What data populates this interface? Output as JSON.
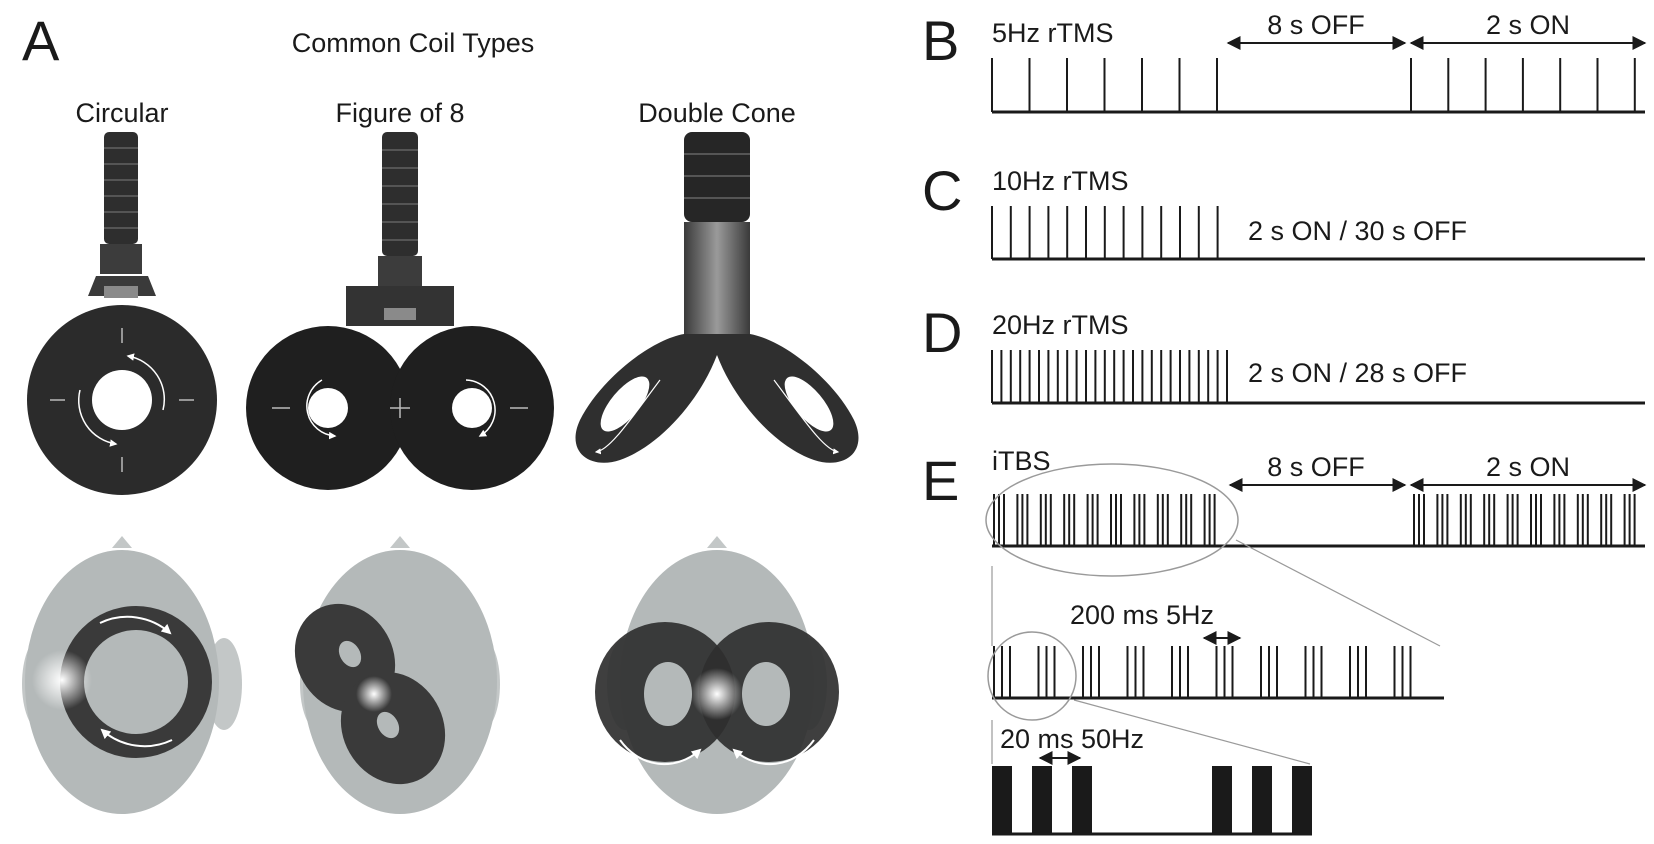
{
  "panel_a": {
    "letter": "A",
    "title": "Common Coil Types",
    "coils": [
      "Circular",
      "Figure of 8",
      "Double Cone"
    ]
  },
  "panel_b": {
    "letter": "B",
    "label": "5Hz rTMS",
    "off": "8 s OFF",
    "on": "2 s ON"
  },
  "panel_c": {
    "letter": "C",
    "label": "10Hz rTMS",
    "timing": "2 s ON / 30 s OFF"
  },
  "panel_d": {
    "letter": "D",
    "label": "20Hz rTMS",
    "timing": "2 s ON / 28 s OFF"
  },
  "panel_e": {
    "letter": "E",
    "label": "iTBS",
    "off": "8 s OFF",
    "on": "2 s ON",
    "zoom1": "200 ms 5Hz",
    "zoom2": "20 ms 50Hz"
  },
  "colors": {
    "ink": "#1a1a1a",
    "coil_dark": "#2b2b2b",
    "head": "#b3b8b8",
    "guide": "#9a9a9a"
  }
}
